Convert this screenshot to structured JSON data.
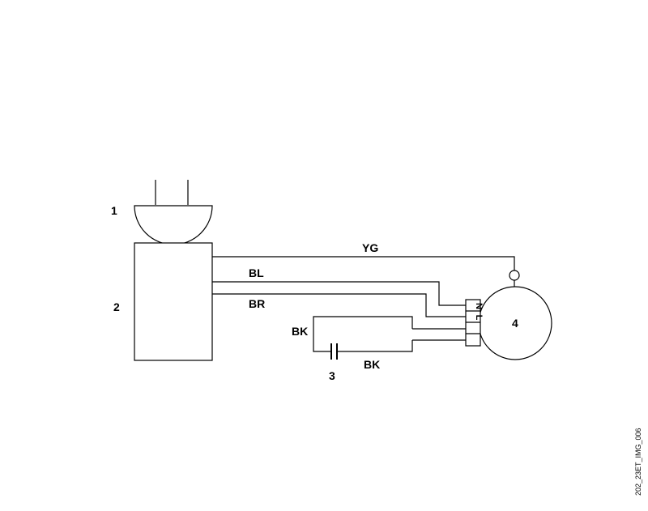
{
  "components": {
    "plug": "1",
    "control_box": "2",
    "capacitor": "3",
    "motor": "4"
  },
  "wires": {
    "earth": "YG",
    "live": "BL",
    "neutral": "BR",
    "capacitor_upper": "BK",
    "capacitor_lower": "BK"
  },
  "terminals": {
    "n": "N",
    "l": "L"
  },
  "reference_code": "202_23ET_IMG_006"
}
